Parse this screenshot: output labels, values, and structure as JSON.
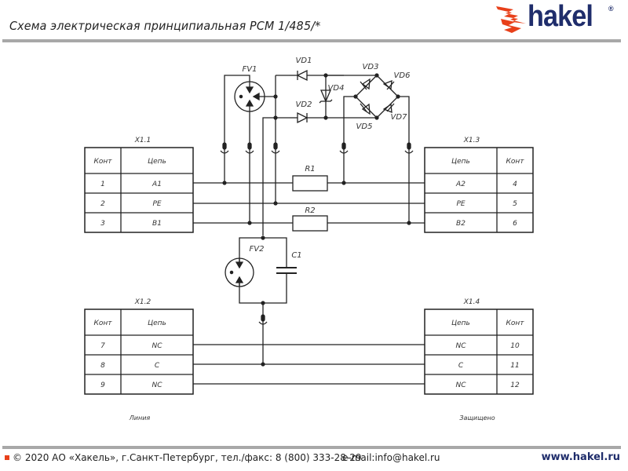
{
  "header": {
    "title": "Схема электрическая принципиальная PCM 1/485/*",
    "logo_text": "hakel",
    "logo_reg": "®"
  },
  "colors": {
    "brand_blue": "#1f2d6b",
    "brand_red": "#e8401a",
    "rule_gray": "#a8a8a8"
  },
  "components": {
    "fv1": "FV1",
    "fv2": "FV2",
    "vd1": "VD1",
    "vd2": "VD2",
    "vd3": "VD3",
    "vd4": "VD4",
    "vd5": "VD5",
    "vd6": "VD6",
    "vd7": "VD7",
    "r1": "R1",
    "r2": "R2",
    "c1": "C1"
  },
  "connectors": {
    "x11": {
      "label": "X1.1",
      "headers": [
        "Конт",
        "Цепь"
      ],
      "rows": [
        [
          "1",
          "A1"
        ],
        [
          "2",
          "PE"
        ],
        [
          "3",
          "B1"
        ]
      ]
    },
    "x13": {
      "label": "X1.3",
      "headers": [
        "Цепь",
        "Конт"
      ],
      "rows": [
        [
          "A2",
          "4"
        ],
        [
          "PE",
          "5"
        ],
        [
          "B2",
          "6"
        ]
      ]
    },
    "x12": {
      "label": "X1.2",
      "headers": [
        "Конт",
        "Цепь"
      ],
      "rows": [
        [
          "7",
          "NC"
        ],
        [
          "8",
          "C"
        ],
        [
          "9",
          "NC"
        ]
      ]
    },
    "x14": {
      "label": "X1.4",
      "headers": [
        "Цепь",
        "Конт"
      ],
      "rows": [
        [
          "NC",
          "10"
        ],
        [
          "C",
          "11"
        ],
        [
          "NC",
          "12"
        ]
      ]
    }
  },
  "sides": {
    "left": "Линия",
    "right": "Защищено"
  },
  "footer": {
    "copyright": "© 2020 АО «Хакель», г.Санкт-Петербург, тел./факс: 8 (800) 333-28-29",
    "email": "e-mail:info@hakel.ru",
    "website": "www.hakel.ru"
  }
}
